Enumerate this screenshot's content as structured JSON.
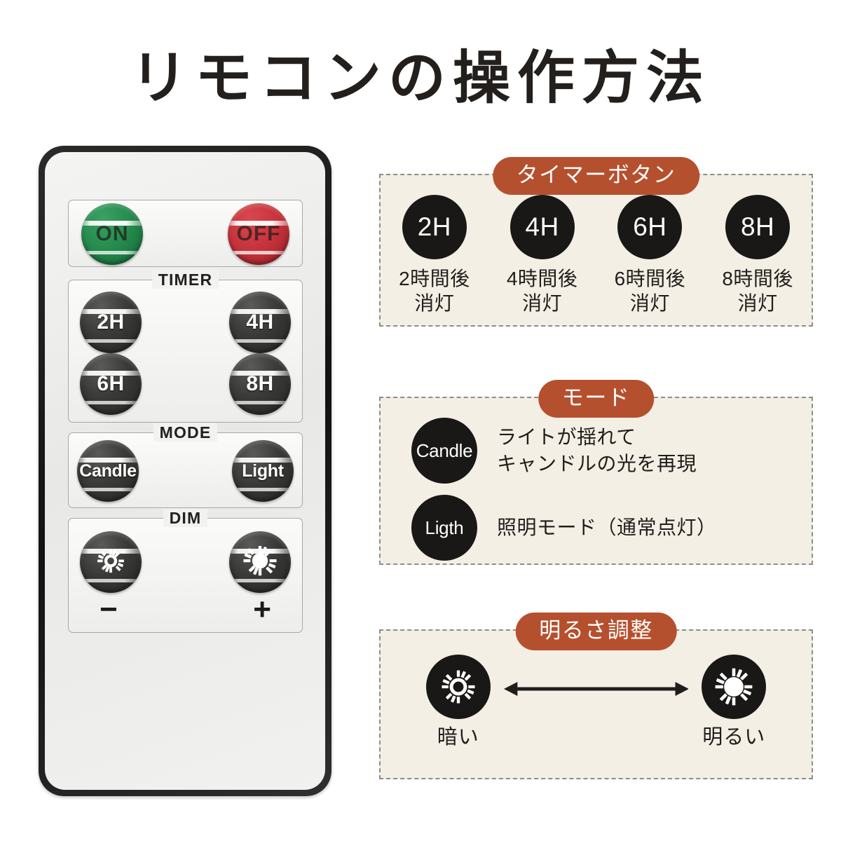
{
  "page": {
    "title": "リモコンの操作方法",
    "accent_color": "#B5502F",
    "panel_bg_color": "#F3EFE4",
    "panel_border_color": "#8E8D88",
    "icon_circle_color": "#1A1816"
  },
  "remote": {
    "name": "remote-control-photo",
    "power": {
      "on_label": "ON",
      "on_color": "#258B4C",
      "off_label": "OFF",
      "off_color": "#C8333B"
    },
    "timer": {
      "section_label": "TIMER",
      "buttons": [
        "2H",
        "4H",
        "6H",
        "8H"
      ]
    },
    "mode": {
      "section_label": "MODE",
      "buttons": [
        "Candle",
        "Light"
      ]
    },
    "dim": {
      "section_label": "DIM",
      "minus_label": "−",
      "plus_label": "+",
      "dim_down_icon": "sun-small-icon",
      "dim_up_icon": "sun-large-icon"
    }
  },
  "panels": {
    "timer": {
      "badge": "タイマーボタン",
      "items": [
        {
          "button": "2H",
          "caption": "2時間後\n消灯"
        },
        {
          "button": "4H",
          "caption": "4時間後\n消灯"
        },
        {
          "button": "6H",
          "caption": "6時間後\n消灯"
        },
        {
          "button": "8H",
          "caption": "8時間後\n消灯"
        }
      ]
    },
    "mode": {
      "badge": "モード",
      "rows": [
        {
          "button": "Candle",
          "description": "ライトが揺れて\nキャンドルの光を再現"
        },
        {
          "button": "Ligth",
          "description": "照明モード（通常点灯）"
        }
      ]
    },
    "brightness": {
      "badge": "明るさ調整",
      "dark": {
        "icon": "sun-small-icon",
        "caption": "暗い"
      },
      "bright": {
        "icon": "sun-large-icon",
        "caption": "明るい"
      },
      "arrow": "double-arrow-icon"
    }
  }
}
